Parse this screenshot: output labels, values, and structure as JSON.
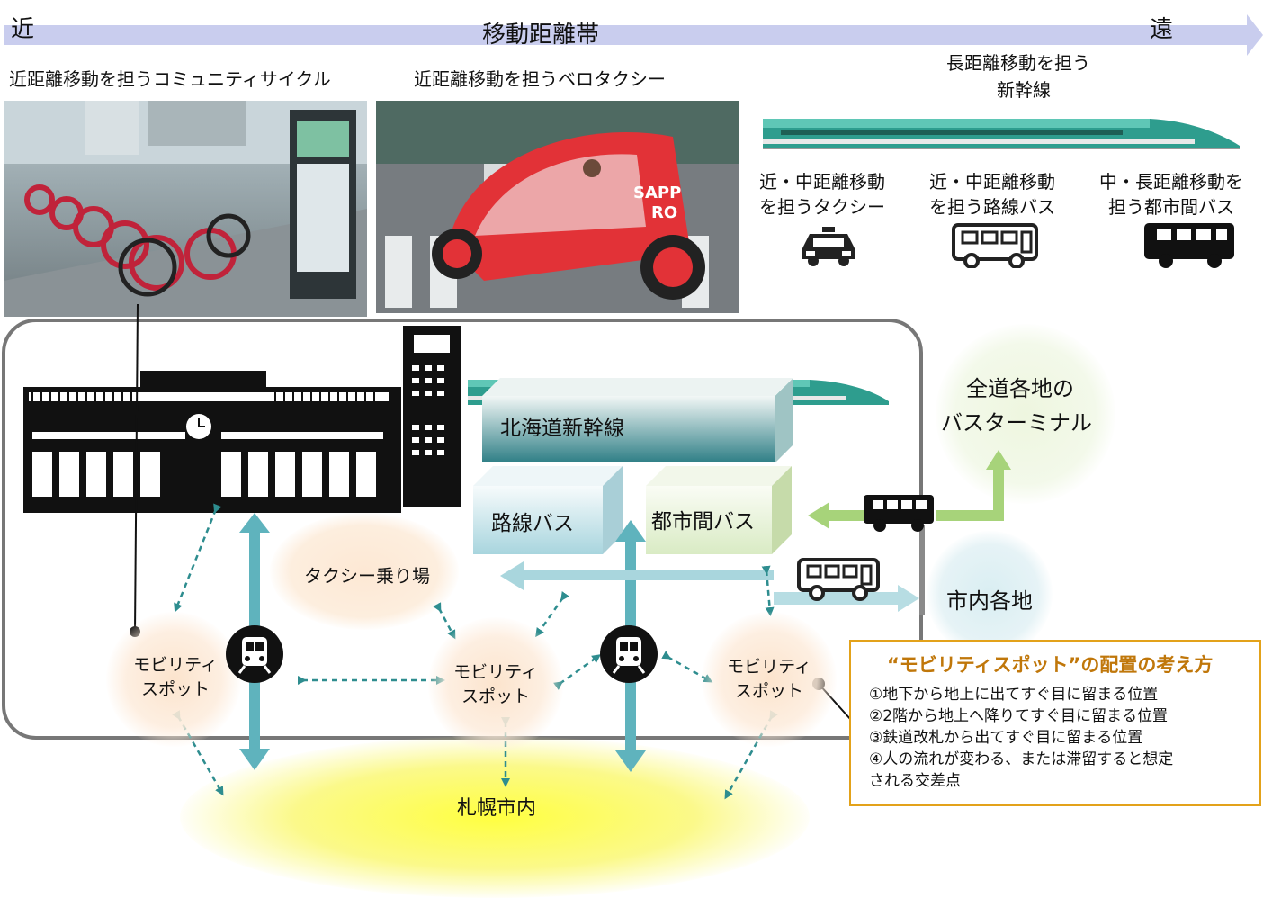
{
  "axis": {
    "near": "近",
    "title": "移動距離帯",
    "far": "遠"
  },
  "top_labels": {
    "cycle": "近距離移動を担うコミュニティサイクル",
    "velotaxi": "近距離移動を担うベロタクシー",
    "shinkansen": [
      "長距離移動を担う",
      "新幹線"
    ],
    "taxi": [
      "近・中距離移動",
      "を担うタクシー"
    ],
    "route_bus": [
      "近・中距離移動",
      "を担う路線バス"
    ],
    "intercity_bus": [
      "中・長距離移動を",
      "担う都市間バス"
    ]
  },
  "velotaxi_sign": [
    "SAPP",
    "RO"
  ],
  "boxes": {
    "shinkansen": "北海道新幹線",
    "route_bus": "路線バス",
    "intercity_bus": "都市間バス"
  },
  "places": {
    "taxi_stand": "タクシー乗り場",
    "bus_terminals": [
      "全道各地の",
      "バスターミナル"
    ],
    "city": "市内各地",
    "sapporo": "札幌市内"
  },
  "spots": [
    [
      "モビリティ",
      "スポット"
    ],
    [
      "モビリティ",
      "スポット"
    ],
    [
      "モビリティ",
      "スポット"
    ]
  ],
  "info": {
    "title": "“モビリティスポット”の配置の考え方",
    "items": [
      "①地下から地上に出てすぐ目に留まる位置",
      "②2階から地上へ降りてすぐ目に留まる位置",
      "③鉄道改札から出てすぐ目に留まる位置",
      "④人の流れが変わる、または滞留すると想定",
      "される交差点"
    ]
  },
  "colors": {
    "arrow_band": "#c9cdee",
    "teal": "#5fb3bd",
    "light_teal": "#a9d6dd",
    "green": "#a7d37a",
    "info_border": "#e3a21a"
  },
  "icons": [
    "taxi-icon",
    "bus-icon",
    "train-icon",
    "station-building-icon",
    "tower-icon"
  ]
}
